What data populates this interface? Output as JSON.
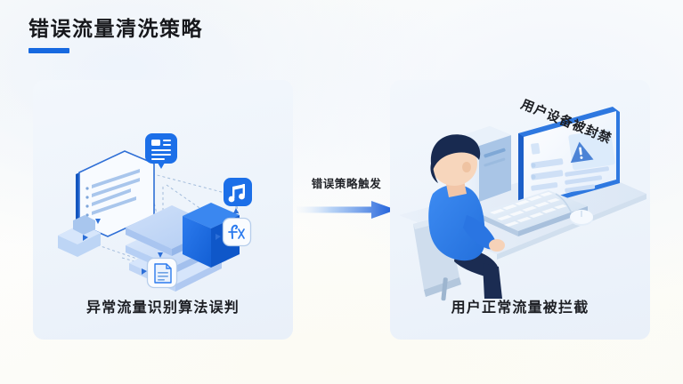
{
  "page": {
    "title": "错误流量清洗策略",
    "accent_color": "#1769E0",
    "background_color": "#fdfdfb",
    "card_background": "#eef4fb",
    "text_color": "#1d1f24"
  },
  "left_card": {
    "caption": "异常流量识别算法误判",
    "illustration_name": "anomaly-detection-algorithm-diagram",
    "illustration_elements": [
      "isometric-document-panel",
      "isometric-data-stack",
      "document-badge-icon",
      "music-note-badge-icon",
      "function-badge-icon",
      "file-badge-icon",
      "dashed-connector-lines"
    ]
  },
  "connector": {
    "label": "错误策略触发",
    "arrow_gradient_from": "#dceafc",
    "arrow_gradient_to": "#1C6FE8"
  },
  "right_card": {
    "caption": "用户正常流量被拦截",
    "banner_text": "用户设备被封禁",
    "illustration_name": "user-blocked-at-computer-scene",
    "illustration_elements": [
      "seated-person",
      "office-chair",
      "desktop-monitor",
      "warning-triangle-icon",
      "computer-tower",
      "keyboard",
      "mouse",
      "desk"
    ]
  }
}
